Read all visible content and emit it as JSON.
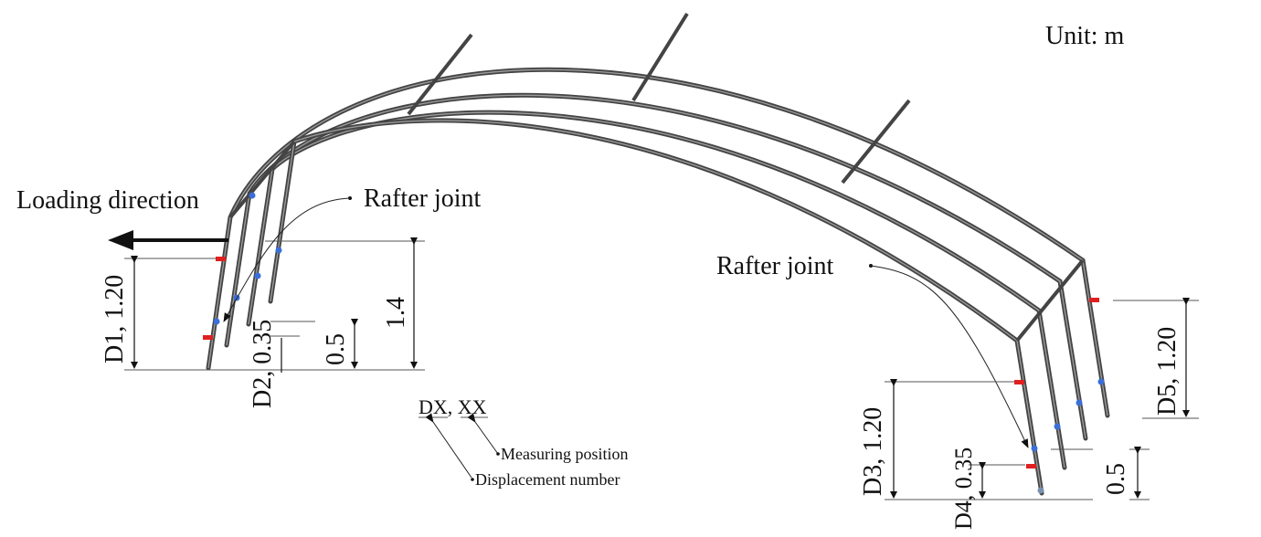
{
  "unit_label": "Unit: m",
  "loading_direction": "Loading direction",
  "rafter_joint_left": "Rafter joint",
  "rafter_joint_right": "Rafter joint",
  "dims": {
    "d1": "D1, 1.20",
    "d2": "D2, 0.35",
    "d3": "D3, 1.20",
    "d4": "D4, 0.35",
    "d5": "D5, 1.20",
    "h_left_total": "1.4",
    "h_left_low": "0.5",
    "h_right_low": "0.5"
  },
  "legend": {
    "code": "DX, XX",
    "measuring_position": "Measuring position",
    "displacement_number": "Displacement number"
  },
  "colors": {
    "marker_red": "#e02020",
    "marker_blue": "#3a6fd8",
    "frame": "#444444"
  }
}
